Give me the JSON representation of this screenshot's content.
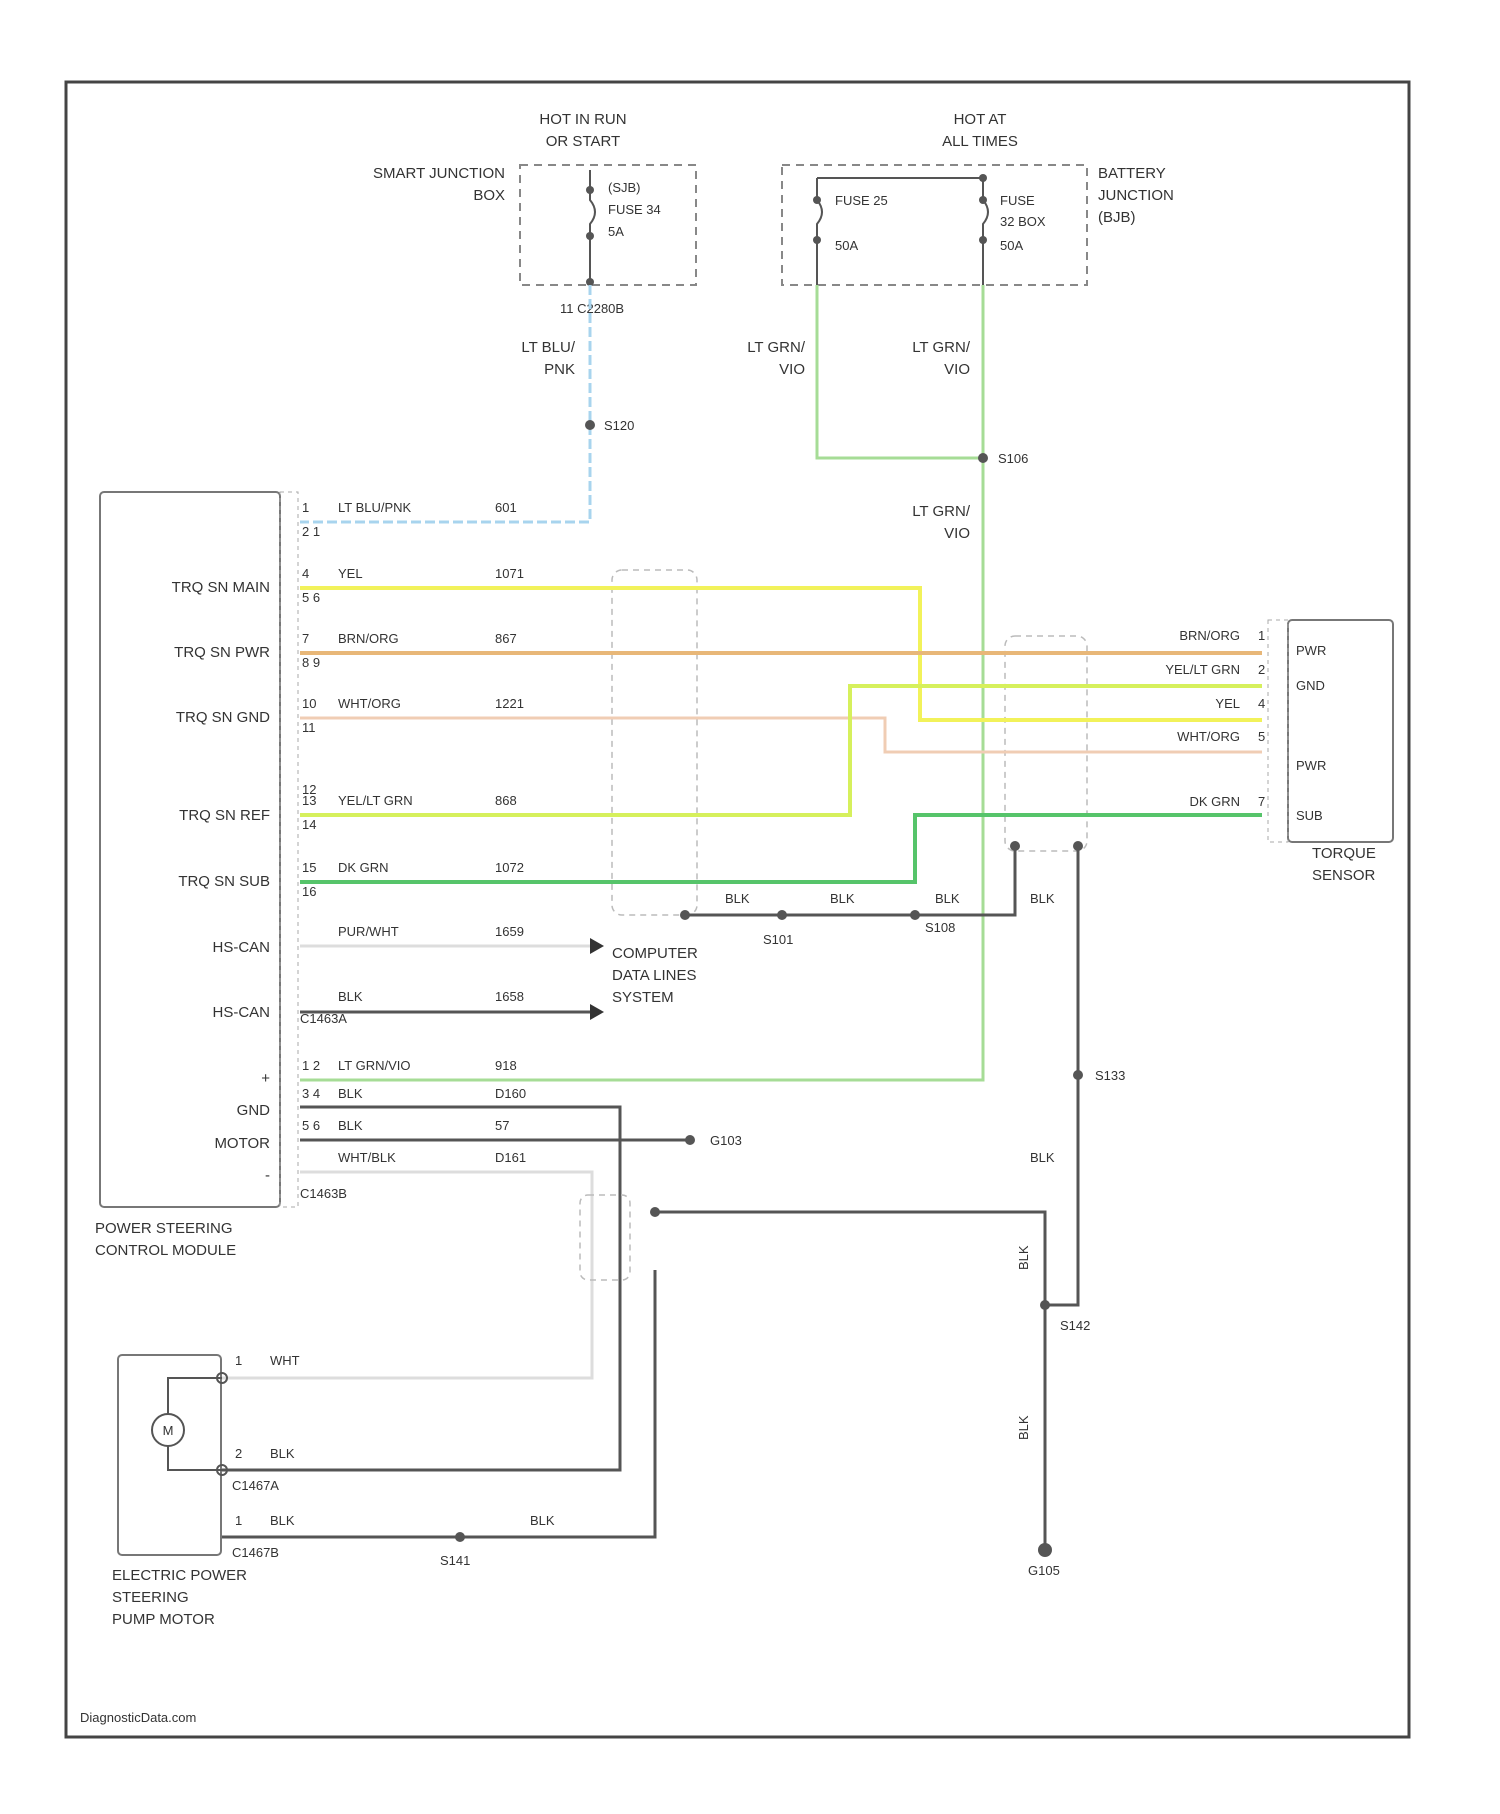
{
  "diagram": {
    "top_left_supply": {
      "header_line1": "HOT IN RUN",
      "header_line2": "OR START",
      "box_name_line1": "SMART JUNCTION",
      "box_name_line2": "BOX",
      "fuse_line1": "(SJB)",
      "fuse_line2": "FUSE 34",
      "fuse_line3": "5A",
      "connector": "11  C2280B"
    },
    "top_right_supply": {
      "header_line1": "HOT AT",
      "header_line2": "ALL TIMES",
      "box_name_line1": "BATTERY",
      "box_name_line2": "JUNCTION",
      "box_name_line3": "(BJB)",
      "fuse_a_line1": "FUSE 25",
      "fuse_a_line2": "50A",
      "fuse_b_line1": "FUSE",
      "fuse_b_line2": "32 BOX",
      "fuse_b_line3": "50A"
    },
    "wire_labels": {
      "lt_blu_pnk_1": "LT BLU/",
      "lt_blu_pnk_2": "PNK",
      "lt_grn_vio_a1": "LT GRN/",
      "lt_grn_vio_a2": "VIO",
      "lt_grn_vio_b1": "LT GRN/",
      "lt_grn_vio_b2": "VIO",
      "lt_grn_vio_c1": "LT GRN/",
      "lt_grn_vio_c2": "VIO"
    },
    "splices": {
      "s120": "S120",
      "s106": "S106",
      "s101": "S101",
      "s108": "S108",
      "s133": "S133",
      "s142": "S142",
      "s141": "S141",
      "g103": "G103",
      "g105": "G105"
    },
    "module": {
      "name_line1": "POWER STEERING",
      "name_line2": "CONTROL MODULE",
      "pins": [
        {
          "label": "TRQ SN MAIN"
        },
        {
          "label": "TRQ SN PWR"
        },
        {
          "label": "TRQ SN GND"
        },
        {
          "label": "TRQ SN REF"
        },
        {
          "label": "TRQ SN SUB"
        },
        {
          "label": "HS-CAN"
        },
        {
          "label": "HS-CAN"
        },
        {
          "label": "+"
        },
        {
          "label": "GND"
        },
        {
          "label": "MOTOR"
        },
        {
          "label": "-"
        }
      ],
      "connector_1": "C1463A",
      "connector_2": "C1463B"
    },
    "module_wires": [
      {
        "pin": "1",
        "color_label": "LT BLU/PNK",
        "circuit": "601",
        "sub": "2  1"
      },
      {
        "pin": "4",
        "color_label": "YEL",
        "circuit": "1071",
        "sub": "5  6"
      },
      {
        "pin": "7",
        "color_label": "BRN/ORG",
        "circuit": "867",
        "sub": "8  9"
      },
      {
        "pin": "10",
        "color_label": "WHT/ORG",
        "circuit": "1221",
        "sub": "11"
      },
      {
        "pin": "",
        "color_label": "",
        "circuit": "",
        "sub": "12"
      },
      {
        "pin": "13",
        "color_label": "YEL/LT GRN",
        "circuit": "868",
        "sub": "14"
      },
      {
        "pin": "15",
        "color_label": "DK GRN",
        "circuit": "1072",
        "sub": "16"
      },
      {
        "pin": "",
        "color_label": "PUR/WHT",
        "circuit": "1659",
        "sub": ""
      },
      {
        "pin": "",
        "color_label": "BLK",
        "circuit": "1658",
        "sub": ""
      },
      {
        "pin": "1  2",
        "color_label": "LT GRN/VIO",
        "circuit": "918",
        "sub": ""
      },
      {
        "pin": "3  4",
        "color_label": "BLK",
        "circuit": "D160",
        "sub": ""
      },
      {
        "pin": "5  6",
        "color_label": "BLK",
        "circuit": "57",
        "sub": ""
      },
      {
        "pin": "",
        "color_label": "WHT/BLK",
        "circuit": "D161",
        "sub": ""
      }
    ],
    "data_link": {
      "line1": "COMPUTER",
      "line2": "DATA LINES",
      "line3": "SYSTEM"
    },
    "ground_wire_labels": {
      "blk_1": "BLK",
      "blk_2": "BLK",
      "blk_3": "BLK",
      "blk_4": "BLK",
      "blk_5": "BLK",
      "blk_6": "BLK",
      "blk_7": "BLK",
      "blk_8": "BLK"
    },
    "sensor": {
      "name_line1": "TORQUE",
      "name_line2": "SENSOR",
      "pins": [
        {
          "wire": "BRN/ORG",
          "pin": "1",
          "label": "PWR"
        },
        {
          "wire": "YEL/LT GRN",
          "pin": "2",
          "label": "GND"
        },
        {
          "wire": "YEL",
          "pin": "4",
          "label": ""
        },
        {
          "wire": "WHT/ORG",
          "pin": "5",
          "label": ""
        },
        {
          "wire": "",
          "pin": "",
          "label": "PWR"
        },
        {
          "wire": "DK GRN",
          "pin": "7",
          "label": "SUB"
        }
      ]
    },
    "motor": {
      "name_line1": "ELECTRIC POWER",
      "name_line2": "STEERING",
      "name_line3": "PUMP MOTOR",
      "symbol": "M",
      "wires": [
        {
          "pin": "1",
          "label": "WHT"
        },
        {
          "pin": "2",
          "label": "BLK"
        },
        {
          "pin": "1",
          "label": "BLK"
        }
      ],
      "connector_1": "C1467A",
      "connector_2": "C1467B",
      "blk_after_splice": "BLK"
    },
    "watermark": "DiagnosticData.com",
    "colors": {
      "lt_blu_pnk": "#a8d4ee",
      "lt_grn_vio": "#a6dc96",
      "yel": "#f2f25a",
      "brn_org": "#e8b778",
      "wht_org": "#f0cdb4",
      "yel_lt_grn": "#d6f05c",
      "dk_grn": "#56c46a",
      "blk": "#555555",
      "wht": "#dddddd",
      "frame": "#444444"
    }
  }
}
